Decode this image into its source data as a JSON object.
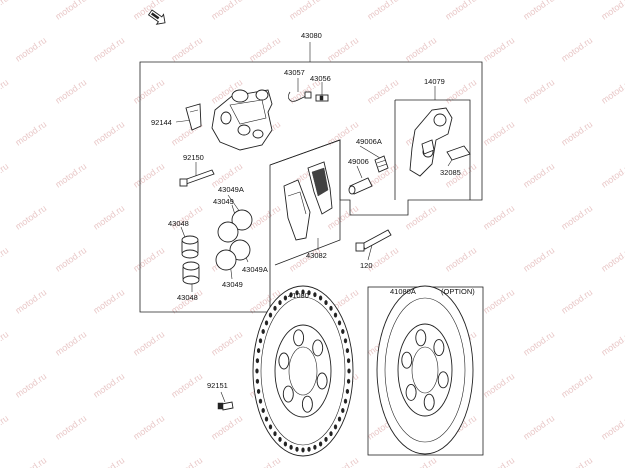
{
  "watermark": "motod.ru",
  "direction_icon": "arrow-front-icon",
  "labels": {
    "l43080": "43080",
    "l43057": "43057",
    "l43056": "43056",
    "l14079": "14079",
    "l92144": "92144",
    "l49006A": "49006A",
    "l49006": "49006",
    "l32085": "32085",
    "l92150": "92150",
    "l43049A_top": "43049A",
    "l43049_top": "43049",
    "l43048_top": "43048",
    "l43049A_bot": "43049A",
    "l43049_bot": "43049",
    "l43048_bot": "43048",
    "l43082": "43082",
    "l120": "120",
    "l41080": "41080",
    "l41080A": "41080A",
    "option": "(OPTION)",
    "l92151": "92151"
  }
}
